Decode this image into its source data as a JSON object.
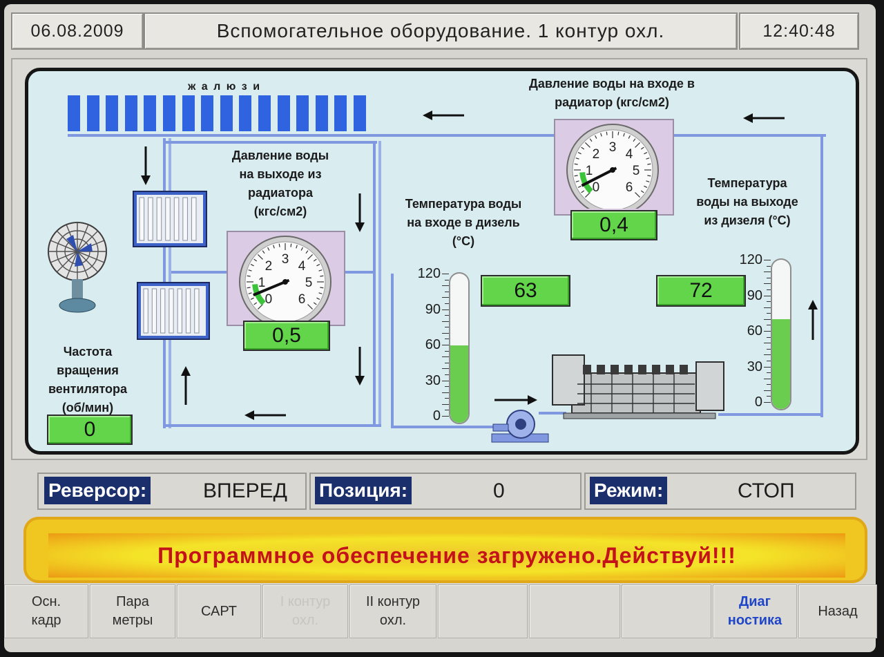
{
  "header": {
    "date": "06.08.2009",
    "title": "Вспомогательное оборудование. 1 контур охл.",
    "time": "12:40:48"
  },
  "schematic": {
    "louvers_label": "ж а л ю з и",
    "louvers_count": 16,
    "radiator_outlet_pressure": {
      "label": "Давление воды\nна выходе из\nрадиатора\n(кгс/см2)",
      "value": "0,5",
      "dial_ticks": [
        "0",
        "1",
        "2",
        "3",
        "4",
        "5",
        "6"
      ]
    },
    "radiator_inlet_pressure": {
      "label": "Давление воды на входе в\nрадиатор (кгс/см2)",
      "value": "0,4",
      "dial_ticks": [
        "0",
        "1",
        "2",
        "3",
        "4",
        "5",
        "6"
      ]
    },
    "diesel_inlet_temp": {
      "label": "Температура воды\nна входе в дизель\n(°C)",
      "value": "63",
      "scale": [
        "120",
        "90",
        "60",
        "30",
        "0"
      ],
      "level_fraction": 0.52
    },
    "diesel_outlet_temp": {
      "label": "Температура\nводы на выходе\nиз дизеля (°C)",
      "value": "72",
      "scale": [
        "120",
        "90",
        "60",
        "30",
        "0"
      ],
      "level_fraction": 0.6
    },
    "fan_speed": {
      "label": "Частота\nвращения\nвентилятора\n(об/мин)",
      "value": "0"
    }
  },
  "status": {
    "reverser_key": "Реверсор:",
    "reverser_value": "ВПЕРЕД",
    "position_key": "Позиция:",
    "position_value": "0",
    "mode_key": "Режим:",
    "mode_value": "СТОП"
  },
  "message": "Программное обеспечение загружено.Действуй!!!",
  "function_keys": [
    {
      "label": "Осн.\nкадр",
      "state": "normal"
    },
    {
      "label": "Пара\nметры",
      "state": "normal"
    },
    {
      "label": "САРТ",
      "state": "normal"
    },
    {
      "label": "I контур\nохл.",
      "state": "disabled"
    },
    {
      "label": "II контур\nохл.",
      "state": "normal"
    },
    {
      "label": "",
      "state": "normal"
    },
    {
      "label": "",
      "state": "normal"
    },
    {
      "label": "",
      "state": "normal"
    },
    {
      "label": "Диаг\nностика",
      "state": "accent"
    },
    {
      "label": "Назад",
      "state": "normal"
    }
  ],
  "colors": {
    "pipe": "#7f98e0",
    "display_green": "#62d54a",
    "status_key_bg": "#1a2f6b",
    "banner_text": "#c4121b"
  }
}
